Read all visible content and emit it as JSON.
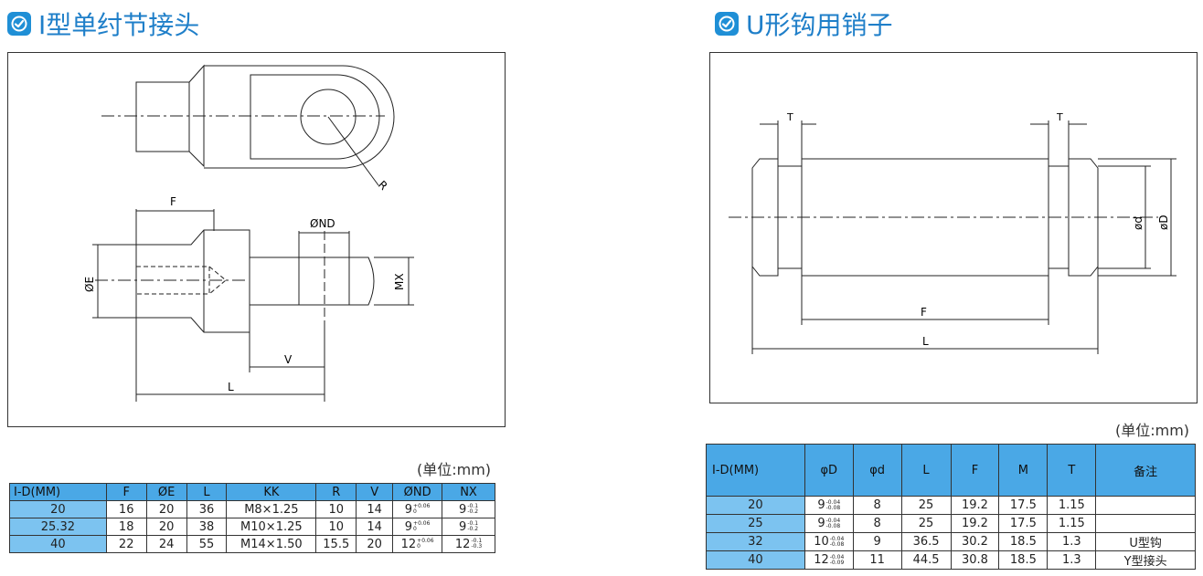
{
  "left": {
    "title": "I型单纣节接头",
    "unit": "(单位:mm)",
    "labels": {
      "R": "R",
      "F": "F",
      "ND": "ØND",
      "E": "ØE",
      "MX": "MX",
      "V": "V",
      "L": "L"
    },
    "table": {
      "headers": [
        "I-D(MM)",
        "F",
        "ØE",
        "L",
        "KK",
        "R",
        "V",
        "ØND",
        "NX"
      ],
      "rows": [
        {
          "id": "20",
          "F": "16",
          "E": "20",
          "L": "36",
          "KK": "M8×1.25",
          "R": "10",
          "V": "14",
          "ND": "9",
          "ND_up": "+0.06",
          "ND_lo": "0",
          "NX": "9",
          "NX_up": "-0.1",
          "NX_lo": "-0.2"
        },
        {
          "id": "25.32",
          "F": "18",
          "E": "20",
          "L": "38",
          "KK": "M10×1.25",
          "R": "10",
          "V": "14",
          "ND": "9",
          "ND_up": "+0.06",
          "ND_lo": "0",
          "NX": "9",
          "NX_up": "-0.1",
          "NX_lo": "-0.2"
        },
        {
          "id": "40",
          "F": "22",
          "E": "24",
          "L": "55",
          "KK": "M14×1.50",
          "R": "15.5",
          "V": "20",
          "ND": "12",
          "ND_up": "+0.06",
          "ND_lo": "0",
          "NX": "12",
          "NX_up": "-0.1",
          "NX_lo": "-0.3"
        }
      ]
    }
  },
  "right": {
    "title": "U形钩用销子",
    "unit": "(单位:mm)",
    "labels": {
      "T1": "T",
      "T2": "T",
      "d": "ød",
      "D": "øD",
      "F": "F",
      "L": "L"
    },
    "table": {
      "headers": [
        "I-D(MM)",
        "φD",
        "φd",
        "L",
        "F",
        "M",
        "T",
        "备注"
      ],
      "rows": [
        {
          "id": "20",
          "D": "9",
          "D_up": "-0.04",
          "D_lo": "-0.08",
          "d": "8",
          "L": "25",
          "F": "19.2",
          "M": "17.5",
          "T": "1.15",
          "note": ""
        },
        {
          "id": "25",
          "D": "9",
          "D_up": "-0.04",
          "D_lo": "-0.08",
          "d": "8",
          "L": "25",
          "F": "19.2",
          "M": "17.5",
          "T": "1.15",
          "note": ""
        },
        {
          "id": "32",
          "D": "10",
          "D_up": "-0.04",
          "D_lo": "-0.08",
          "d": "9",
          "L": "36.5",
          "F": "30.2",
          "M": "18.5",
          "T": "1.3",
          "note": "U型钩"
        },
        {
          "id": "40",
          "D": "12",
          "D_up": "-0.04",
          "D_lo": "-0.09",
          "d": "11",
          "L": "44.5",
          "F": "30.8",
          "M": "18.5",
          "T": "1.3",
          "note": "Y型接头"
        }
      ]
    }
  }
}
